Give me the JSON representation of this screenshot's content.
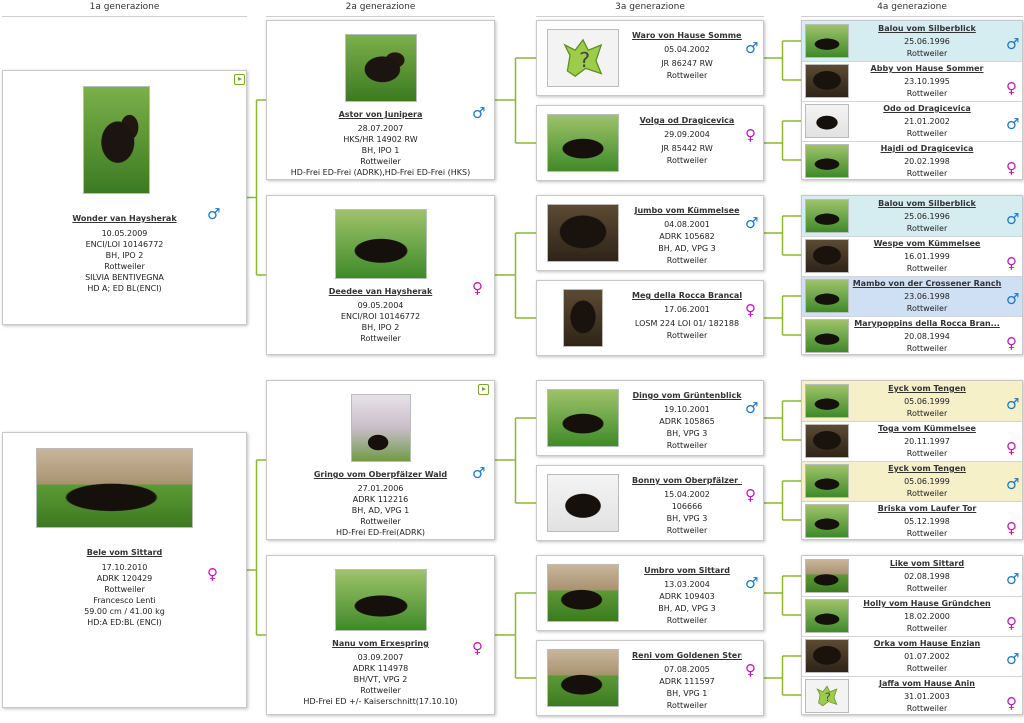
{
  "generations": [
    "1a generazione",
    "2a generazione",
    "3a generazione",
    "4a generazione"
  ],
  "gen1": [
    {
      "name": "Wonder van Haysherak",
      "lines": [
        "10.05.2009",
        "ENCI/LOI 10146772",
        "BH, IPO 2",
        "Rottweiler",
        "SILVIA BENTIVEGNA",
        "HD A; ED BL(ENCI)"
      ],
      "sex": "male",
      "video": true
    },
    {
      "name": "Bele vom Sittard",
      "lines": [
        "17.10.2010",
        "ADRK 120429",
        "Rottweiler",
        "Francesco Lenti",
        "59.00 cm / 41.00 kg",
        "HD:A ED:BL (ENCI)"
      ],
      "sex": "female",
      "video": false
    }
  ],
  "gen2": [
    {
      "name": "Astor von Junipera",
      "lines": [
        "28.07.2007",
        "HKS/HR 14902 RW",
        "BH, IPO 1",
        "Rottweiler",
        "HD-Frei ED-Frei (ADRK),HD-Frei ED-Frei (HKS)"
      ],
      "sex": "male",
      "video": false
    },
    {
      "name": "Deedee van Haysherak",
      "lines": [
        "09.05.2004",
        "ENCI/ROI 10146772",
        "BH, IPO 2",
        "Rottweiler"
      ],
      "sex": "female",
      "video": false
    },
    {
      "name": "Gringo vom Oberpfälzer Wald",
      "lines": [
        "27.01.2006",
        "ADRK 112216",
        "BH, AD, VPG 1",
        "Rottweiler",
        "HD-Frei ED-Frei(ADRK)"
      ],
      "sex": "male",
      "video": true
    },
    {
      "name": "Nanu vom Erxespring",
      "lines": [
        "03.09.2007",
        "ADRK 114978",
        "BH/VT, VPG 2",
        "Rottweiler",
        "HD-Frei ED +/- Kaiserschnitt(17.10.10)"
      ],
      "sex": "female",
      "video": false
    }
  ],
  "gen3": [
    {
      "name": "Waro von Hause Sommer",
      "lines": [
        "05.04.2002",
        "JR 86247 RW",
        "Rottweiler"
      ],
      "sex": "male"
    },
    {
      "name": "Volga od Dragicevica",
      "lines": [
        "29.09.2004",
        "JR 85442 RW",
        "Rottweiler"
      ],
      "sex": "female"
    },
    {
      "name": "Jumbo vom Kümmelsee",
      "lines": [
        "04.08.2001",
        "ADRK 105682",
        "BH, AD, VPG 3",
        "Rottweiler"
      ],
      "sex": "male"
    },
    {
      "name": "Meg della Rocca Brancale...",
      "lines": [
        "17.06.2001",
        "LOSM 224 LOI 01/ 182188",
        "Rottweiler"
      ],
      "sex": "female"
    },
    {
      "name": "Dingo vom Grüntenblick",
      "lines": [
        "19.10.2001",
        "ADRK 105865",
        "BH, VPG 3",
        "Rottweiler"
      ],
      "sex": "male"
    },
    {
      "name": "Bonny vom Oberpfälzer ...",
      "lines": [
        "15.04.2002",
        "106666",
        "BH, VPG 3",
        "Rottweiler"
      ],
      "sex": "female"
    },
    {
      "name": "Umbro vom Sittard",
      "lines": [
        "13.03.2004",
        "ADRK 109403",
        "BH, AD, VPG 3",
        "Rottweiler"
      ],
      "sex": "male"
    },
    {
      "name": "Reni vom Goldenen Stern",
      "lines": [
        "07.08.2005",
        "ADRK 111597",
        "BH, VPG 1",
        "Rottweiler"
      ],
      "sex": "female"
    }
  ],
  "gen4": [
    {
      "name": "Balou vom Silberblick",
      "date": "25.06.1996",
      "breed": "Rottweiler",
      "sex": "male",
      "bg": "#d5ecf0"
    },
    {
      "name": "Abby von Hause Sommer",
      "date": "23.10.1995",
      "breed": "Rottweiler",
      "sex": "female",
      "bg": "#ffffff"
    },
    {
      "name": "Odo od Dragicevica",
      "date": "21.01.2002",
      "breed": "Rottweiler",
      "sex": "male",
      "bg": "#ffffff"
    },
    {
      "name": "Hajdi od Dragicevica",
      "date": "20.02.1998",
      "breed": "Rottweiler",
      "sex": "female",
      "bg": "#ffffff"
    },
    {
      "name": "Balou vom Silberblick",
      "date": "25.06.1996",
      "breed": "Rottweiler",
      "sex": "male",
      "bg": "#d5ecf0"
    },
    {
      "name": "Wespe vom Kümmelsee",
      "date": "16.01.1999",
      "breed": "Rottweiler",
      "sex": "female",
      "bg": "#ffffff"
    },
    {
      "name": "Mambo von der Crossener Ranch",
      "date": "23.06.1998",
      "breed": "Rottweiler",
      "sex": "male",
      "bg": "#cfe0f4"
    },
    {
      "name": "Marypoppins della Rocca Bran...",
      "date": "20.08.1994",
      "breed": "Rottweiler",
      "sex": "female",
      "bg": "#ffffff"
    },
    {
      "name": "Eyck vom Tengen",
      "date": "05.06.1999",
      "breed": "Rottweiler",
      "sex": "male",
      "bg": "#f6f0c9"
    },
    {
      "name": "Toga vom Kümmelsee",
      "date": "20.11.1997",
      "breed": "Rottweiler",
      "sex": "female",
      "bg": "#ffffff"
    },
    {
      "name": "Eyck vom Tengen",
      "date": "05.06.1999",
      "breed": "Rottweiler",
      "sex": "male",
      "bg": "#f6f0c9"
    },
    {
      "name": "Briska vom Laufer Tor",
      "date": "05.12.1998",
      "breed": "Rottweiler",
      "sex": "female",
      "bg": "#ffffff"
    },
    {
      "name": "Like vom Sittard",
      "date": "02.08.1998",
      "breed": "Rottweiler",
      "sex": "male",
      "bg": "#ffffff"
    },
    {
      "name": "Holly vom Hause Gründchen",
      "date": "18.02.2000",
      "breed": "Rottweiler",
      "sex": "female",
      "bg": "#ffffff"
    },
    {
      "name": "Orka vom Hause Enzian",
      "date": "01.07.2002",
      "breed": "Rottweiler",
      "sex": "male",
      "bg": "#ffffff"
    },
    {
      "name": "Jaffa vom Hause Anin",
      "date": "31.01.2003",
      "breed": "Rottweiler",
      "sex": "female",
      "bg": "#ffffff"
    }
  ],
  "symbols": {
    "male": "♂",
    "female": "♀"
  },
  "colors": {
    "male": "#1a77c9",
    "female": "#c01ab5",
    "connector": "#8cb832",
    "video": "#79a92c"
  },
  "icons": {
    "play": "video-play-icon",
    "unknown": "unknown-dog-placeholder-icon"
  }
}
